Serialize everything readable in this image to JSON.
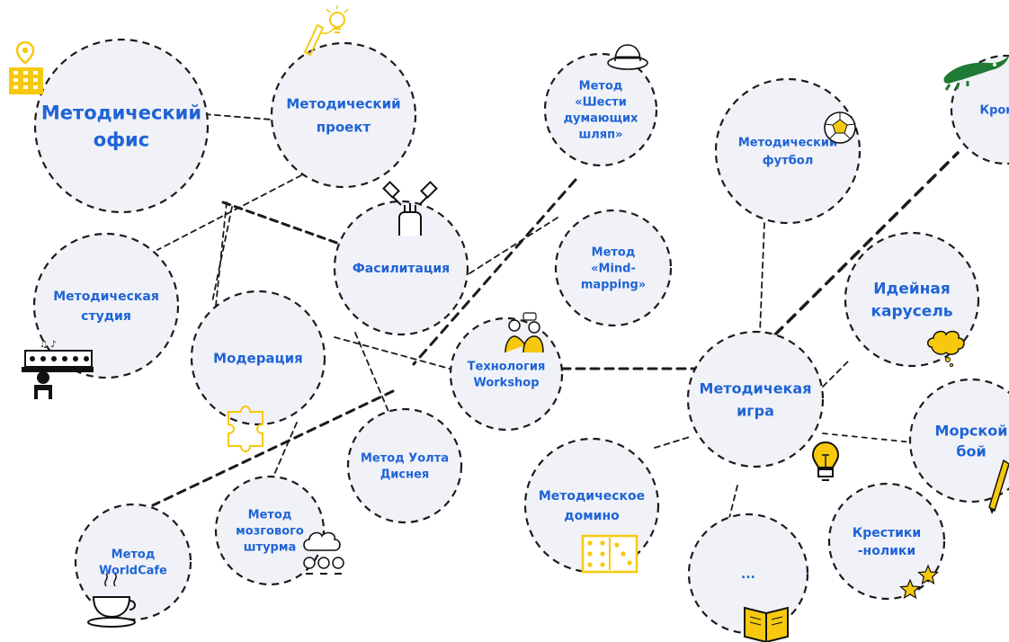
{
  "diagram": {
    "nodes": [
      {
        "id": "office",
        "label": [
          "Методический",
          "офис"
        ],
        "icon": "building-location-icon"
      },
      {
        "id": "project",
        "label": [
          "Методический",
          "проект"
        ],
        "icon": "lightbulb-pen-icon"
      },
      {
        "id": "hats",
        "label": [
          "Метод",
          "«Шести",
          "думающих",
          "шляп»"
        ],
        "icon": "hat-icon"
      },
      {
        "id": "football",
        "label": [
          "Методический",
          "футбол"
        ],
        "icon": "soccer-ball-icon"
      },
      {
        "id": "croc",
        "label": [
          "Крокод"
        ],
        "icon": "crocodile-icon"
      },
      {
        "id": "studio",
        "label": [
          "Методическая",
          "студия"
        ],
        "icon": "mixing-console-icon"
      },
      {
        "id": "facil",
        "label": [
          "Фасилитация"
        ],
        "icon": "stacked-hands-icon"
      },
      {
        "id": "mind",
        "label": [
          "Метод",
          "«Mind-",
          "mapping»"
        ],
        "icon": ""
      },
      {
        "id": "carousel",
        "label": [
          "Идейная",
          "карусель"
        ],
        "icon": "thought-cloud-icon"
      },
      {
        "id": "moder",
        "label": [
          "Модерация"
        ],
        "icon": "puzzle-icon"
      },
      {
        "id": "workshop",
        "label": [
          "Технология",
          "Workshop"
        ],
        "icon": "people-discussion-icon"
      },
      {
        "id": "game",
        "label": [
          "Методичекая",
          "игра"
        ],
        "icon": "lightbulb-icon"
      },
      {
        "id": "seabattle",
        "label": [
          "Морской",
          "бой"
        ],
        "icon": "pencil-icon"
      },
      {
        "id": "disney",
        "label": [
          "Метод Уолта",
          "Диснея"
        ],
        "icon": ""
      },
      {
        "id": "domino",
        "label": [
          "Методическое",
          "домино"
        ],
        "icon": "domino-icon"
      },
      {
        "id": "brainstorm",
        "label": [
          "Метод",
          "мозгового",
          "штурма"
        ],
        "icon": "brains-icon"
      },
      {
        "id": "worldcafe",
        "label": [
          "Метод",
          "WorldCafe"
        ],
        "icon": "coffee-cup-icon"
      },
      {
        "id": "dots",
        "label": [
          "..."
        ],
        "icon": "open-book-icon"
      },
      {
        "id": "tictac",
        "label": [
          "Крестики",
          "-нолики"
        ],
        "icon": "stars-icon"
      }
    ],
    "colors": {
      "label": "#1f63d6",
      "bubble_fill": "#f0f2f7",
      "line": "#1b1b1b",
      "accent": "#f6c90e"
    }
  }
}
